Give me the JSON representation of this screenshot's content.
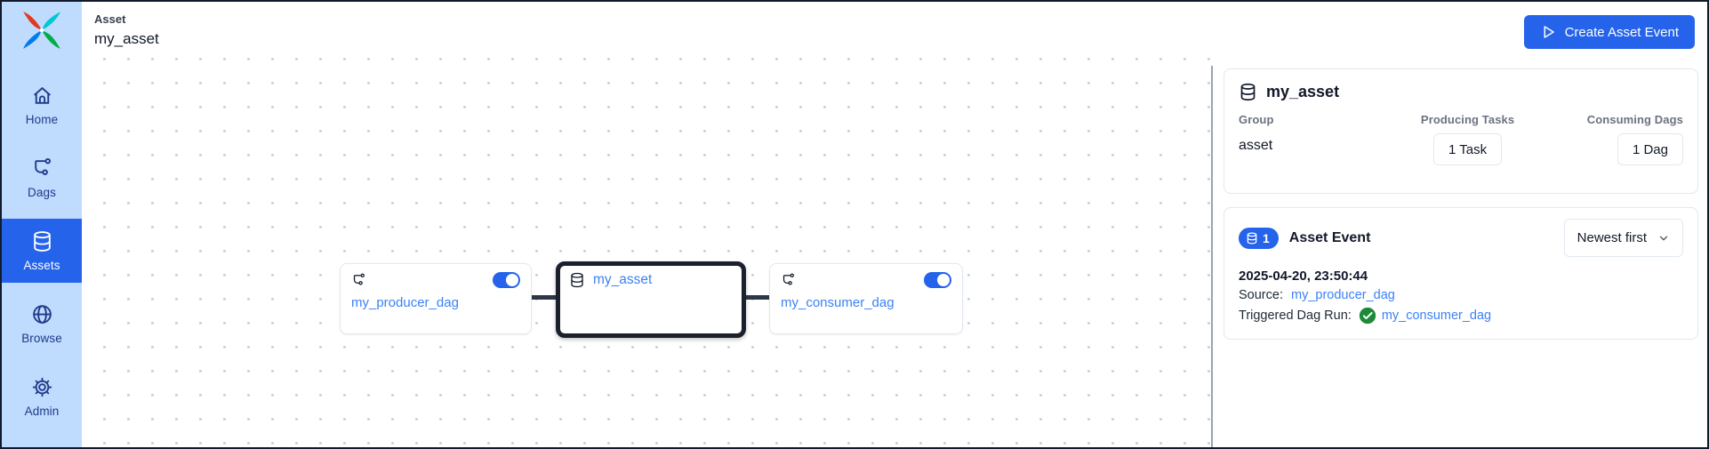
{
  "colors": {
    "accent_blue": "#2563eb",
    "sidebar_bg": "#bfdbfe",
    "sidebar_ink": "#1e3a8a",
    "link_blue": "#3b82f6",
    "selected_node_border": "#1a202c",
    "success_green": "#1d8a3a"
  },
  "sidebar": {
    "items": [
      {
        "label": "Home",
        "icon": "home-icon",
        "active": false
      },
      {
        "label": "Dags",
        "icon": "dag-icon",
        "active": false
      },
      {
        "label": "Assets",
        "icon": "database-icon",
        "active": true
      },
      {
        "label": "Browse",
        "icon": "globe-icon",
        "active": false
      },
      {
        "label": "Admin",
        "icon": "gear-icon",
        "active": false
      }
    ]
  },
  "header": {
    "eyebrow": "Asset",
    "title": "my_asset",
    "create_button_label": "Create Asset Event"
  },
  "graph": {
    "nodes": [
      {
        "label": "my_producer_dag",
        "type": "dag",
        "toggle_on": true,
        "selected": false
      },
      {
        "label": "my_asset",
        "type": "asset",
        "toggle_on": null,
        "selected": true
      },
      {
        "label": "my_consumer_dag",
        "type": "dag",
        "toggle_on": true,
        "selected": false
      }
    ],
    "edges": [
      {
        "from": "my_producer_dag",
        "to": "my_asset"
      },
      {
        "from": "my_asset",
        "to": "my_consumer_dag"
      }
    ]
  },
  "details": {
    "asset_card": {
      "title": "my_asset",
      "columns": [
        {
          "label": "Group",
          "value": "asset",
          "is_button": false
        },
        {
          "label": "Producing Tasks",
          "value": "1 Task",
          "is_button": true
        },
        {
          "label": "Consuming Dags",
          "value": "1 Dag",
          "is_button": true
        }
      ]
    },
    "events_card": {
      "count": "1",
      "title": "Asset Event",
      "sort_label": "Newest first",
      "event": {
        "timestamp": "2025-04-20, 23:50:44",
        "source_label": "Source:",
        "source_link": "my_producer_dag",
        "triggered_label": "Triggered Dag Run:",
        "triggered_link": "my_consumer_dag"
      }
    }
  }
}
